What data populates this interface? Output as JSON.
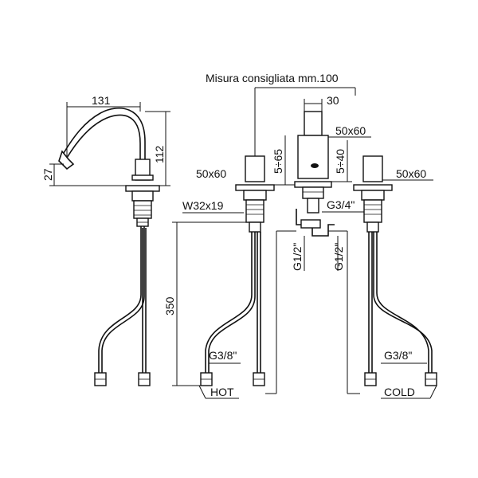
{
  "diagram": {
    "recommended_distance": "Misura consigliata mm.100",
    "dims": {
      "spout_reach": "131",
      "spout_height": "112",
      "outlet_height": "27",
      "sensor_width": "30",
      "sensor_base": "50x60",
      "range_left": "5÷65",
      "range_right": "5÷40",
      "left_base": "50x60",
      "right_base": "50x60",
      "nut": "W32x19",
      "thread_center": "G3/4\"",
      "thread_left_inlet": "G1/2\"",
      "thread_right_inlet": "G1/2\"",
      "hose_length": "350",
      "hose_thread_hot": "G3/8\"",
      "hose_thread_cold": "G3/8\""
    },
    "labels": {
      "hot": "HOT",
      "cold": "COLD"
    }
  }
}
